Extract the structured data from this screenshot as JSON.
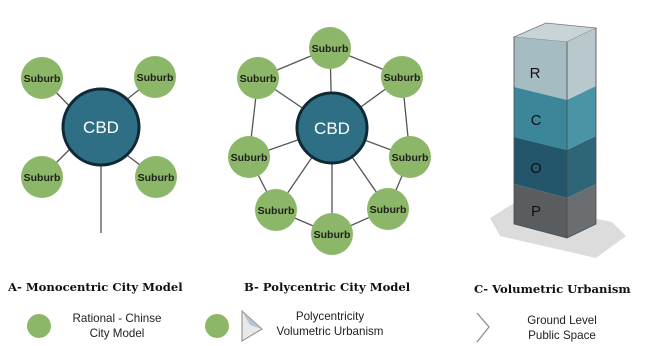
{
  "diagram_a": {
    "cbd_label": "CBD",
    "suburb_label": "Suburb",
    "caption": "A- Monocentric City Model"
  },
  "diagram_b": {
    "cbd_label": "CBD",
    "suburb_label": "Suburb",
    "caption": "B- Polycentric City Model"
  },
  "diagram_c": {
    "layers": [
      "R",
      "C",
      "O",
      "P"
    ],
    "caption": "C- Volumetric Urbanism"
  },
  "legend": {
    "item1": {
      "line1": "Rational - Chinse",
      "line2": "City Model"
    },
    "item2": {
      "line1": "Polycentricity",
      "line2": "Volumetric Urbanism"
    },
    "item3": {
      "line1": "Ground Level",
      "line2": "Public Space"
    }
  },
  "colors": {
    "suburb_fill": "#8db768",
    "cbd_fill": "#2f6f86",
    "cbd_stroke": "#0f2a35",
    "link": "#555555",
    "layer_r": "#a6bcc3",
    "layer_c": "#3b8799",
    "layer_o": "#23566a",
    "layer_p": "#5a5d60"
  }
}
